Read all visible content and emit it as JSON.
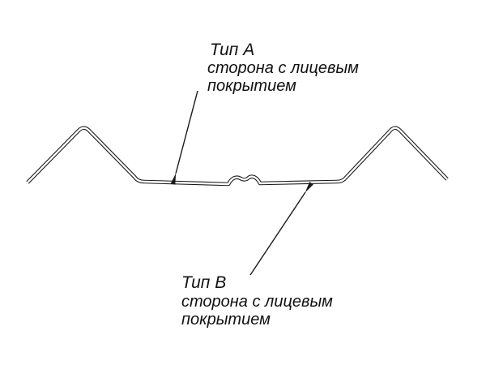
{
  "diagram": {
    "line_color": "#1a1a1a",
    "background_color": "#ffffff",
    "callouts": {
      "type_a": {
        "title": "Тип А",
        "line1": "сторона с лицевым",
        "line2": "покрытием"
      },
      "type_b": {
        "title": "Тип В",
        "line1": "сторона с лицевым",
        "line2": "покрытием"
      }
    }
  }
}
